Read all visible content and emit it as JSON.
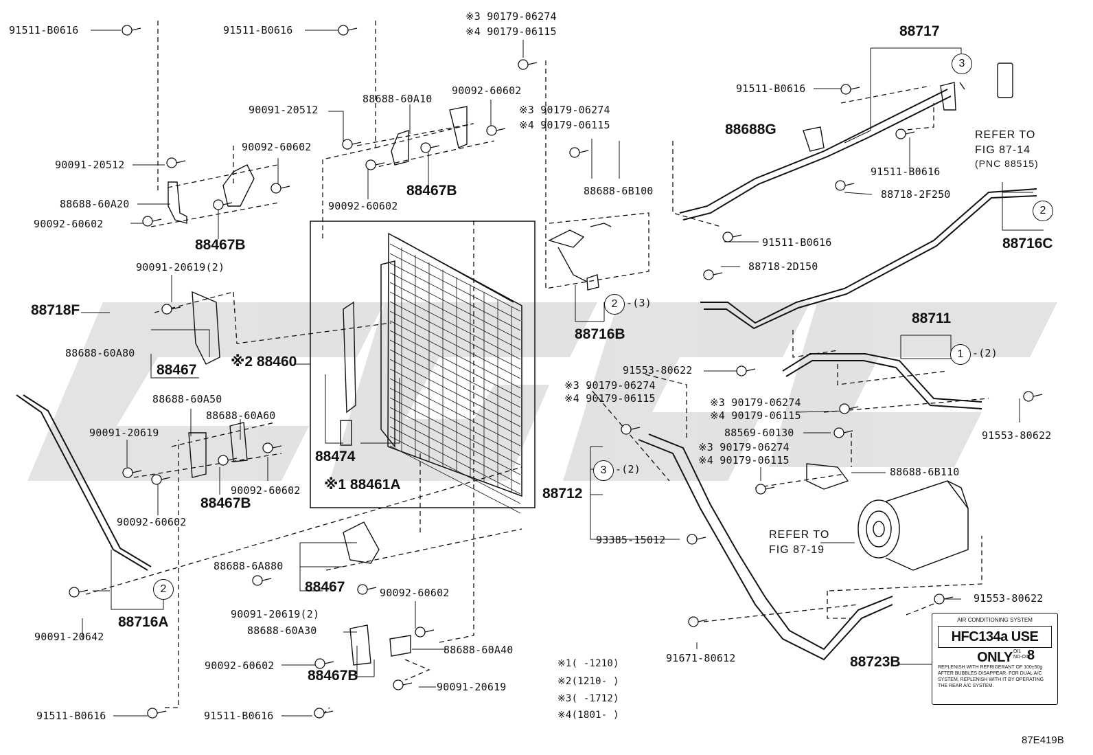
{
  "diagram_id": "87E419B",
  "refer_top": {
    "line1": "REFER TO",
    "line2": "FIG 87-14",
    "line3": "(PNC 88515)"
  },
  "refer_compressor": {
    "line1": "REFER TO",
    "line2": "FIG 87-19"
  },
  "label_plate": {
    "title": "AIR CONDITIONING SYSTEM",
    "main": "HFC134a USE ONLY",
    "oil": "OIL\nND-OIL",
    "oil_num": "8",
    "text": "REPLENISH WITH REFRIGERANT OF 100±50g AFTER BUBBLES DISAPPEAR. FOR DUAL A/C SYSTEM, REPLENISH WITH IT BY OPERATING THE REAR A/C SYSTEM."
  },
  "footnotes": [
    {
      "mark": "※1",
      "text": "(     -1210)"
    },
    {
      "mark": "※2",
      "text": "(1210-     )"
    },
    {
      "mark": "※3",
      "text": "(     -1712)"
    },
    {
      "mark": "※4",
      "text": "(1801-     )"
    }
  ],
  "callouts": [
    {
      "text": "3"
    },
    {
      "text": "2"
    },
    {
      "text": "2"
    },
    {
      "text": "1"
    },
    {
      "text": "3"
    },
    {
      "text": "2"
    }
  ],
  "callout_suffix": {
    "c2": "-(3)",
    "c3": "-(2)",
    "c4": "-(2)"
  },
  "labels": {
    "p91511_a": "91511-B0616",
    "p91511_b": "91511-B0616",
    "p90179_3a": "※3 90179-06274",
    "p90179_4a": "※4 90179-06115",
    "p88717": "88717",
    "p91511_c": "91511-B0616",
    "p90092_a": "90092-60602",
    "p88688_60a10": "88688-60A10",
    "p90091_20512a": "90091-20512",
    "p90179_3b": "※3 90179-06274",
    "p90179_4b": "※4 90179-06115",
    "p88688g": "88688G",
    "p91511_d": "91511-B0616",
    "p90091_20512b": "90091-20512",
    "p90092_b": "90092-60602",
    "p88467b_a": "88467B",
    "p88688_6b100": "88688-6B100",
    "p88718_2f250": "88718-2F250",
    "p88688_60a20": "88688-60A20",
    "p90092_c": "90092-60602",
    "p90092_d": "90092-60602",
    "p88467b_b": "88467B",
    "p91511_e": "91511-B0616",
    "p88716c": "88716C",
    "p90091_20619_2a": "90091-20619(2)",
    "p88718_2d150": "88718-2D150",
    "p88718f": "88718F",
    "p88716b": "88716B",
    "p88711": "88711",
    "p88688_60a80": "88688-60A80",
    "p88460": "※2 88460",
    "p91553_a": "91553-80622",
    "p88467_a": "88467",
    "p90179_3c": "※3 90179-06274",
    "p90179_4c": "※4 90179-06115",
    "p90179_3d": "※3 90179-06274",
    "p90179_4d": "※4 90179-06115",
    "p88688_60a50": "88688-60A50",
    "p88688_60a60": "88688-60A60",
    "p91553_b": "91553-80622",
    "p88569": "88569-60130",
    "p90091_20619a": "90091-20619",
    "p90179_3e": "※3 90179-06274",
    "p90179_4e": "※4 90179-06115",
    "p88474": "88474",
    "p88688_6b110": "88688-6B110",
    "p88461a": "※1 88461A",
    "p90092_e": "90092-60602",
    "p88467b_c": "88467B",
    "p88712": "88712",
    "p90092_f": "90092-60602",
    "p93385": "93385-15012",
    "p88688_6a880": "88688-6A880",
    "p88467_b": "88467",
    "p90091_20619_2b": "90091-20619(2)",
    "p90092_g": "90092-60602",
    "p91553_c": "91553-80622",
    "p88716a": "88716A",
    "p90091_20642": "90091-20642",
    "p88688_60a30": "88688-60A30",
    "p88688_60a40": "88688-60A40",
    "p91671": "91671-80612",
    "p90092_h": "90092-60602",
    "p88467b_d": "88467B",
    "p90091_20619b": "90091-20619",
    "p88723b": "88723B",
    "p91511_f": "91511-B0616",
    "p91511_g": "91511-B0616"
  }
}
